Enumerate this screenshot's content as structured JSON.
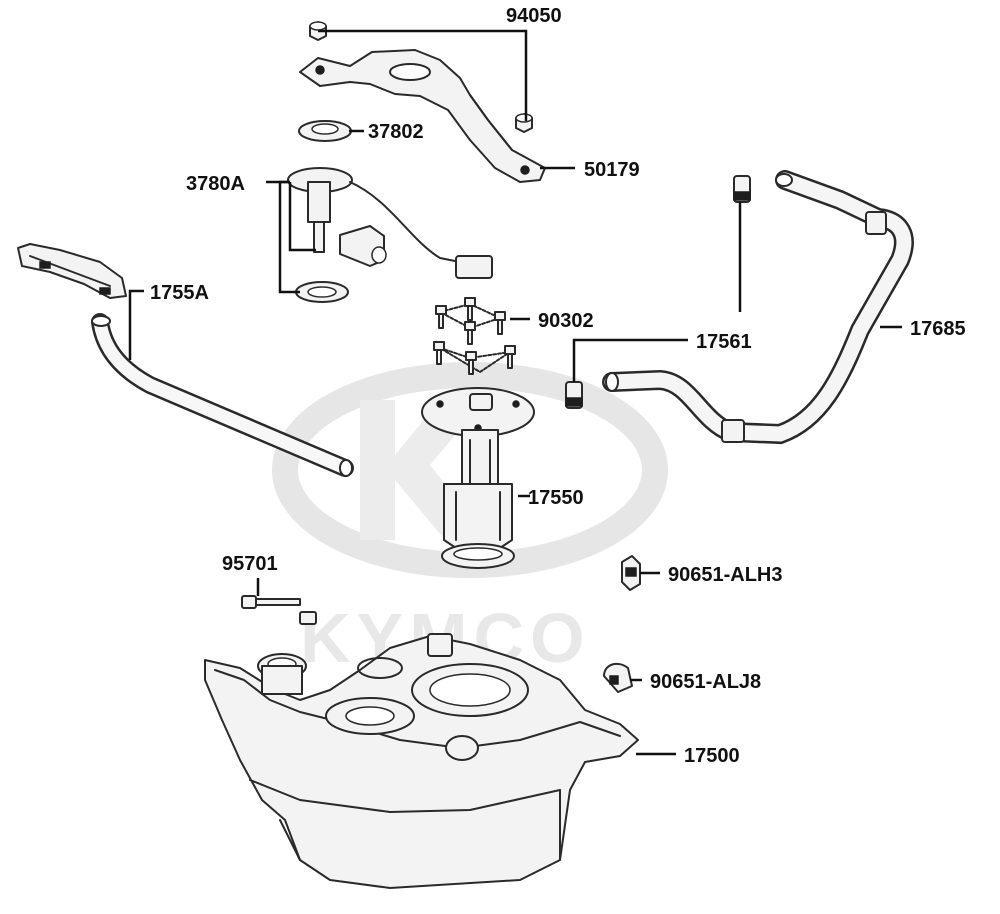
{
  "watermark": {
    "brand": "KYMCO"
  },
  "callouts": {
    "p94050": "94050",
    "p37802": "37802",
    "p50179": "50179",
    "p3780A": "3780A",
    "p1755A": "1755A",
    "p90302": "90302",
    "p17561": "17561",
    "p17685": "17685",
    "p17550": "17550",
    "p95701": "95701",
    "p90651_ALH3": "90651-ALH3",
    "p90651_ALJ8": "90651-ALJ8",
    "p17500": "17500"
  },
  "colors": {
    "ink": "#111111",
    "watermark": "#e6e6e6",
    "background": "#ffffff"
  }
}
